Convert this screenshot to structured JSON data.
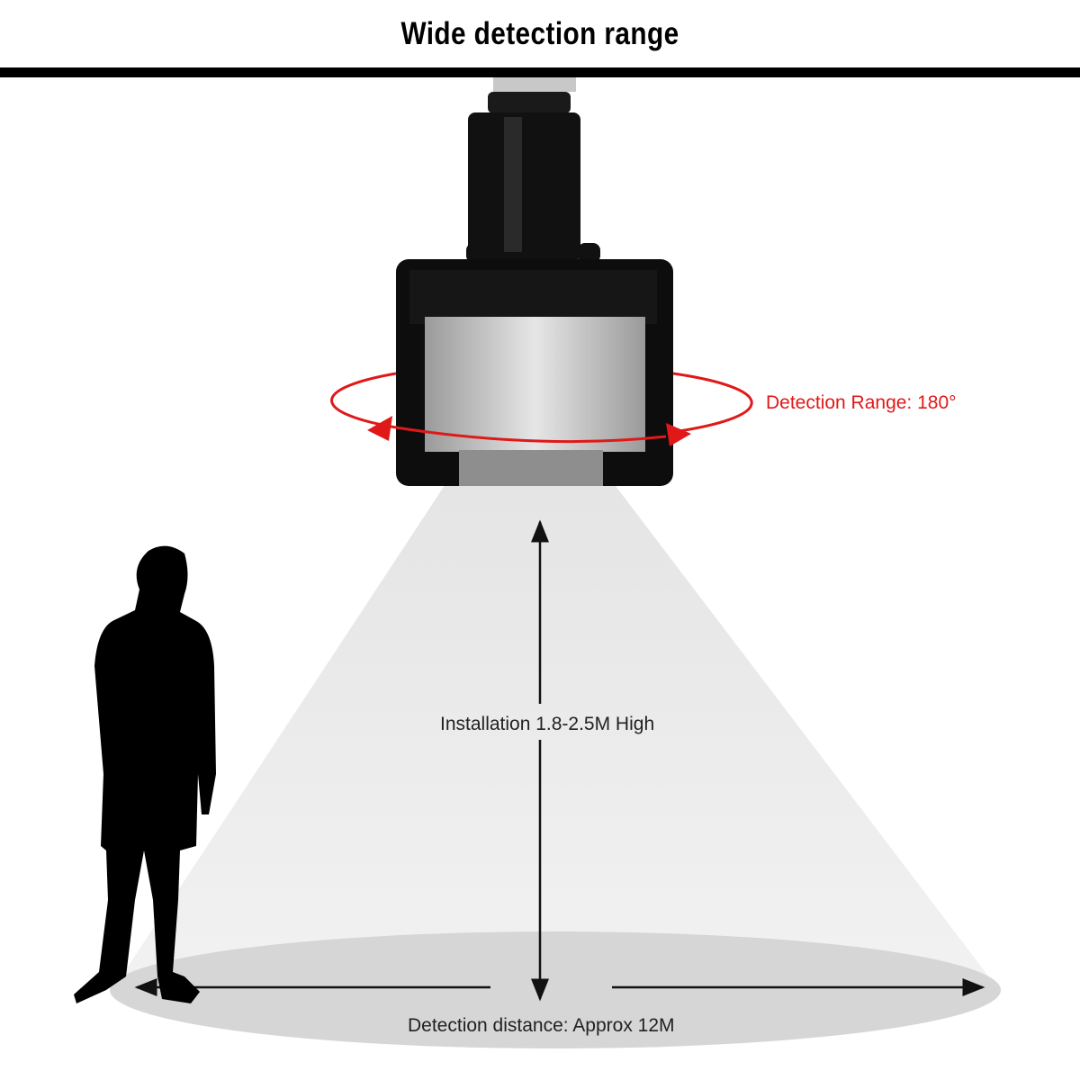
{
  "title": "Wide detection range",
  "labels": {
    "detection_range": "Detection Range: 180°",
    "installation_height": "Installation 1.8-2.5M High",
    "detection_distance": "Detection distance: Approx 12M"
  },
  "colors": {
    "accent": "#e01818",
    "cone": "#eeeeee",
    "floor": "#d6d6d6"
  }
}
